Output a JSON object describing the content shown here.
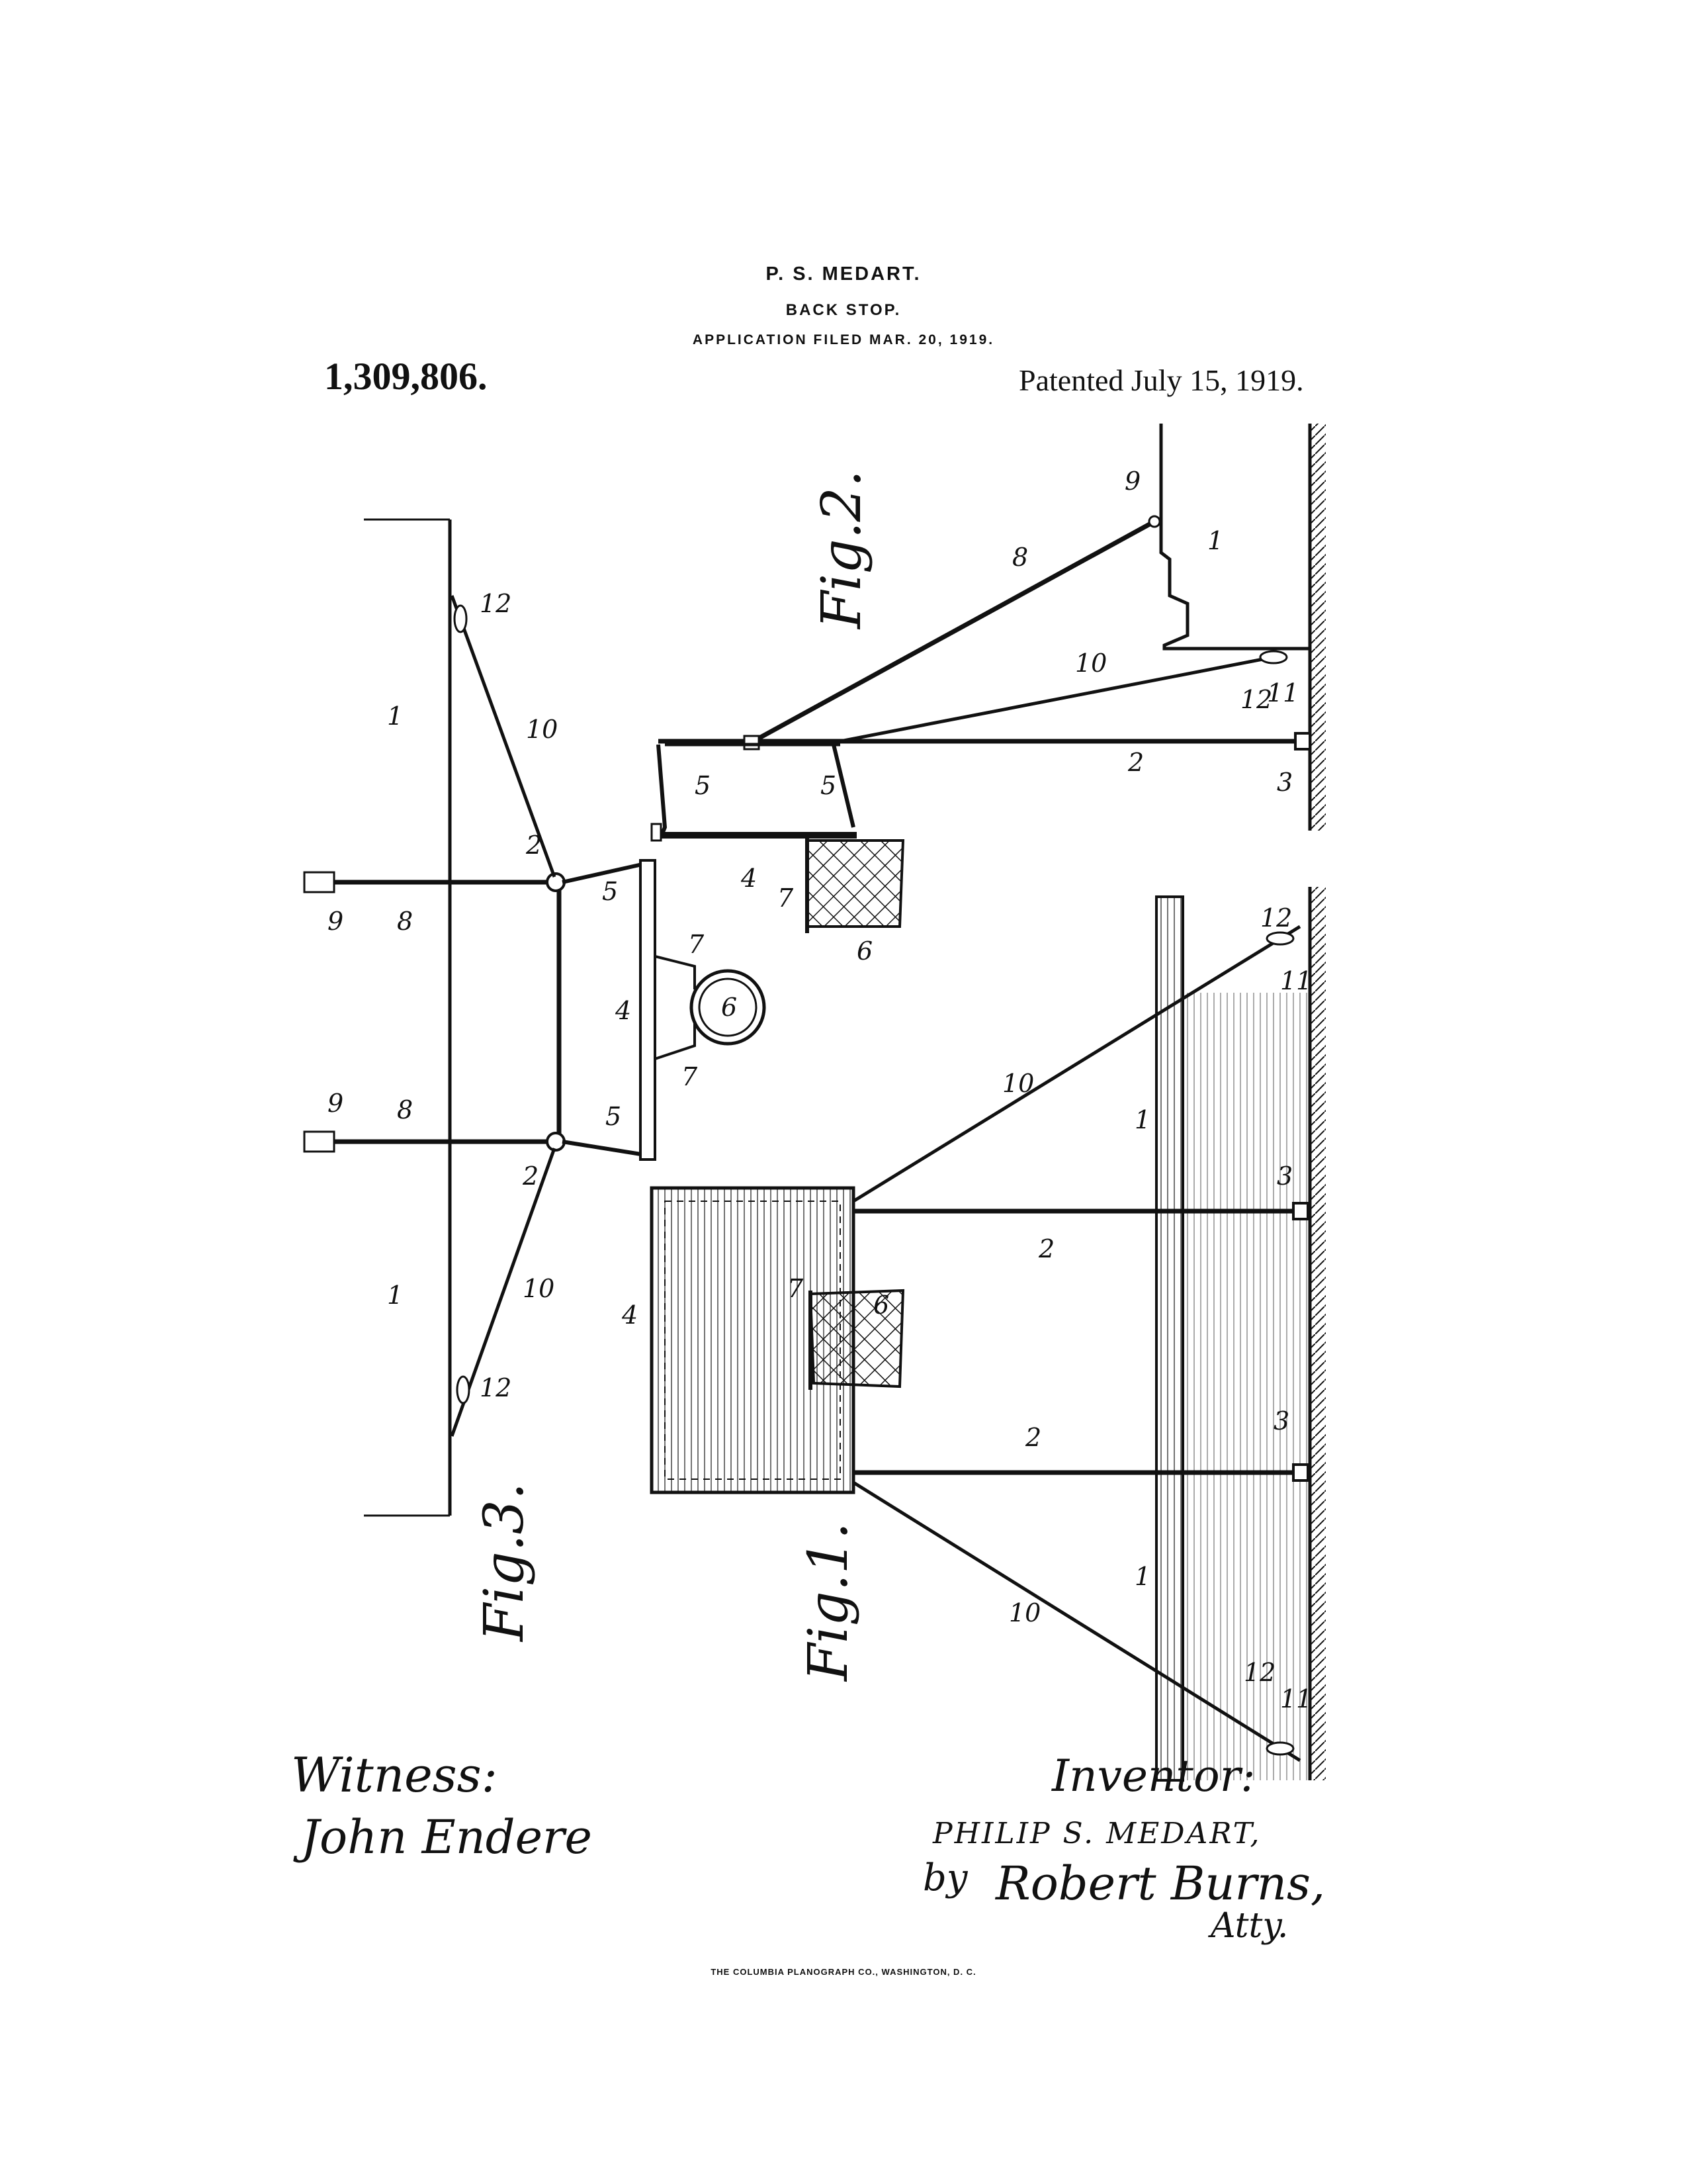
{
  "header": {
    "inventor": "P. S. MEDART.",
    "title": "BACK STOP.",
    "application": "APPLICATION FILED MAR. 20, 1919.",
    "patent_number": "1,309,806.",
    "patented": "Patented July 15, 1919."
  },
  "figures": {
    "fig1": "Fig.1.",
    "fig2": "Fig.2.",
    "fig3": "Fig.3."
  },
  "refs": {
    "r1": "1",
    "r2": "2",
    "r3": "3",
    "r4": "4",
    "r5": "5",
    "r6": "6",
    "r7": "7",
    "r8": "8",
    "r9": "9",
    "r10": "10",
    "r11": "11",
    "r12": "12"
  },
  "signatures": {
    "witness_label": "Witness:",
    "witness_name": "John Endere",
    "inventor_label": "Inventor:",
    "inventor_name": "PHILIP S. MEDART,",
    "by": "by",
    "attorney": "Robert Burns,",
    "atty": "Atty."
  },
  "footer": {
    "printer": "THE COLUMBIA PLANOGRAPH CO., WASHINGTON, D. C."
  }
}
